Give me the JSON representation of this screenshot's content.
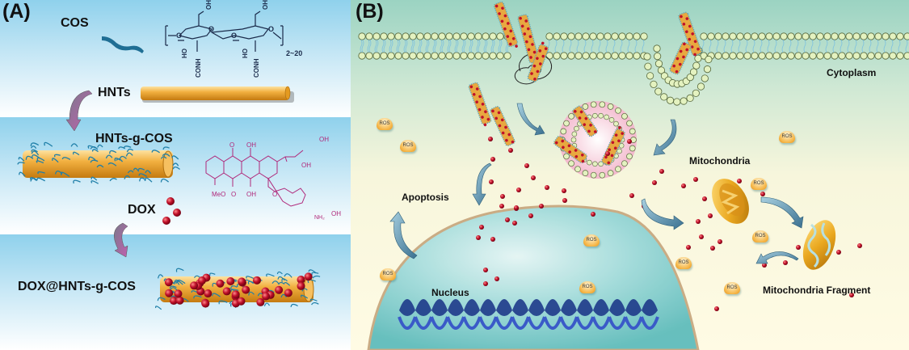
{
  "panels": {
    "a": {
      "label": "(A)",
      "cos_label": "COS",
      "cos_repeat_subscript": "2~20",
      "cos_groups": {
        "oh": "OH",
        "ho": "HO",
        "conh": "CONH",
        "o": "O"
      },
      "hnts_label": "HNTs",
      "hnts_g_cos_label": "HNTs-g-COS",
      "dox_label": "DOX",
      "dox_structure_labels": {
        "meo": "MeO",
        "oh": "OH",
        "o": "O",
        "nh2": "NH₂"
      },
      "product_label": "DOX@HNTs-g-COS"
    },
    "b": {
      "label": "(B)",
      "cytoplasm_label": "Cytoplasm",
      "apoptosis_label": "Apoptosis",
      "nucleus_label": "Nucleus",
      "mitochondria_label": "Mitochondria",
      "mitochondria_fragment_label": "Mitochondria Fragment",
      "ros_label": "ROS"
    }
  },
  "colors": {
    "panel_a_top": "#8fd1ec",
    "panel_b_top": "#9bd3c2",
    "panel_b_bottom": "#fffbe4",
    "nanotube": "#f0a830",
    "cos_chain": "#1f7fa8",
    "dox_particle": "#b0102a",
    "dox_structure": "#b0287a",
    "arrow": "#5b93b0",
    "nucleus": "#7ccfcf",
    "dna": "#1e3a8a",
    "lipid_head": "#e4f2c0",
    "vesicle": "#f5c8d8",
    "mitochondria": "#e8a820"
  }
}
